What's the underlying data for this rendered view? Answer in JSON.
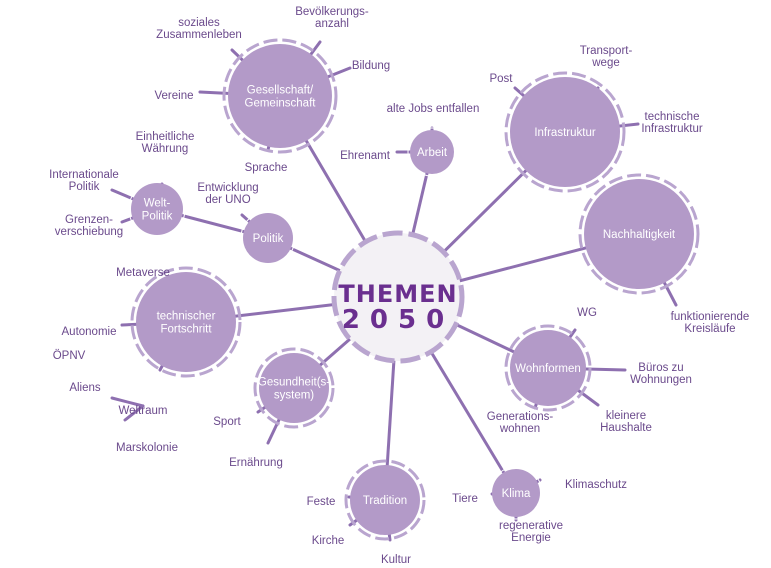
{
  "center": {
    "lines": [
      "THEMEN",
      "2050"
    ]
  },
  "colors": {
    "node": "#b39ac8",
    "line": "#8e70b0",
    "text": "#6b4a8c",
    "title": "#6a2f8f",
    "center_fill": "#f3f1f5",
    "dash": "#b9a5cf"
  },
  "nodes": [
    {
      "lines": [
        "Gesellschaft/",
        "Gemeinschaft"
      ],
      "leaves": [
        {
          "lines": [
            "soziales",
            "Zusammenleben"
          ]
        },
        {
          "lines": [
            "Bevölkerungs-",
            "anzahl"
          ]
        },
        {
          "lines": [
            "Bildung"
          ]
        },
        {
          "lines": [
            "Vereine"
          ]
        },
        {
          "lines": [
            "Sprache"
          ]
        }
      ]
    },
    {
      "lines": [
        "Arbeit"
      ],
      "leaves": [
        {
          "lines": [
            "alte Jobs entfallen"
          ]
        },
        {
          "lines": [
            "Ehrenamt"
          ]
        }
      ]
    },
    {
      "lines": [
        "Infrastruktur"
      ],
      "leaves": [
        {
          "lines": [
            "Post"
          ]
        },
        {
          "lines": [
            "Transport-",
            "wege"
          ]
        },
        {
          "lines": [
            "technische",
            "Infrastruktur"
          ]
        }
      ]
    },
    {
      "lines": [
        "Nachhaltigkeit"
      ],
      "leaves": [
        {
          "lines": [
            "funktionierende",
            "Kreisläufe"
          ]
        }
      ]
    },
    {
      "lines": [
        "Wohnformen"
      ],
      "leaves": [
        {
          "lines": [
            "WG"
          ]
        },
        {
          "lines": [
            "Büros zu",
            "Wohnungen"
          ]
        },
        {
          "lines": [
            "Generations-",
            "wohnen"
          ]
        },
        {
          "lines": [
            "kleinere",
            "Haushalte"
          ]
        }
      ]
    },
    {
      "lines": [
        "Klima"
      ],
      "leaves": [
        {
          "lines": [
            "Klimaschutz"
          ]
        },
        {
          "lines": [
            "Tiere"
          ]
        },
        {
          "lines": [
            "regenerative",
            "Energie"
          ]
        }
      ]
    },
    {
      "lines": [
        "Tradition"
      ],
      "leaves": [
        {
          "lines": [
            "Feste"
          ]
        },
        {
          "lines": [
            "Kirche"
          ]
        },
        {
          "lines": [
            "Kultur"
          ]
        }
      ]
    },
    {
      "lines": [
        "Gesundheit(s-",
        "system)"
      ],
      "leaves": [
        {
          "lines": [
            "Sport"
          ]
        },
        {
          "lines": [
            "Ernährung"
          ]
        }
      ]
    },
    {
      "lines": [
        "technischer",
        "Fortschritt"
      ],
      "leaves": [
        {
          "lines": [
            "Metaverse"
          ]
        },
        {
          "lines": [
            "Autonomie"
          ]
        },
        {
          "lines": [
            "ÖPNV"
          ]
        },
        {
          "lines": [
            "Aliens"
          ]
        },
        {
          "lines": [
            "Weltraum"
          ]
        },
        {
          "lines": [
            "Marskolonie"
          ]
        }
      ]
    },
    {
      "lines": [
        "Politik"
      ],
      "leaves": [
        {
          "lines": [
            "Entwicklung",
            "der UNO"
          ]
        }
      ]
    },
    {
      "lines": [
        "Welt-",
        "Politik"
      ],
      "leaves": [
        {
          "lines": [
            "Einheitliche",
            "Währung"
          ]
        },
        {
          "lines": [
            "Internationale",
            "Politik"
          ]
        },
        {
          "lines": [
            "Grenzen-",
            "verschiebung"
          ]
        }
      ]
    }
  ]
}
